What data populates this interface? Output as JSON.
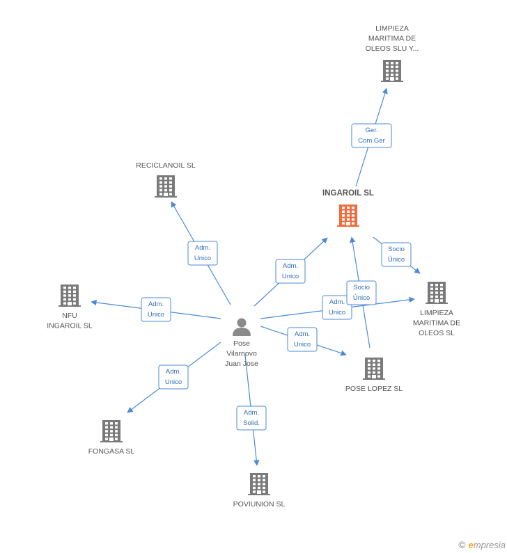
{
  "nodes": [
    {
      "id": "person",
      "type": "person",
      "lines": [
        "Pose",
        "Vilarnovo",
        "Juan Jose"
      ],
      "color": "#8a8a8a"
    },
    {
      "id": "ingaroil",
      "type": "company",
      "lines": [
        "INGAROIL  SL"
      ],
      "main": true,
      "color": "#f26b3a"
    },
    {
      "id": "limpieza_top",
      "type": "company",
      "lines": [
        "LIMPIEZA",
        "MARITIMA DE",
        "OLEOS SLU Y..."
      ],
      "color": "#7a7a7a"
    },
    {
      "id": "reciclanoil",
      "type": "company",
      "lines": [
        "RECICLANOIL SL"
      ],
      "color": "#7a7a7a"
    },
    {
      "id": "nfu",
      "type": "company",
      "lines": [
        "NFU",
        "INGAROIL SL"
      ],
      "color": "#7a7a7a"
    },
    {
      "id": "limpieza_right",
      "type": "company",
      "lines": [
        "LIMPIEZA",
        "MARITIMA DE",
        "OLEOS SL"
      ],
      "color": "#7a7a7a"
    },
    {
      "id": "poselopez",
      "type": "company",
      "lines": [
        "POSE LOPEZ SL"
      ],
      "color": "#7a7a7a"
    },
    {
      "id": "fongasa",
      "type": "company",
      "lines": [
        "FONGASA SL"
      ],
      "color": "#7a7a7a"
    },
    {
      "id": "poviunion",
      "type": "company",
      "lines": [
        "POVIUNION SL"
      ],
      "color": "#7a7a7a"
    }
  ],
  "edges": [
    {
      "from": "ingaroil",
      "to": "limpieza_top",
      "label": [
        "Ger.",
        "Com.Ger"
      ]
    },
    {
      "from": "person",
      "to": "reciclanoil",
      "label": [
        "Adm.",
        "Unico"
      ]
    },
    {
      "from": "person",
      "to": "ingaroil",
      "label": [
        "Adm.",
        "Unico"
      ]
    },
    {
      "from": "person",
      "to": "nfu",
      "label": [
        "Adm.",
        "Unico"
      ]
    },
    {
      "from": "person",
      "to": "limpieza_right",
      "label": [
        "Adm.",
        "Unico"
      ]
    },
    {
      "from": "person",
      "to": "poselopez",
      "label": [
        "Adm.",
        "Unico"
      ]
    },
    {
      "from": "person",
      "to": "fongasa",
      "label": [
        "Adm.",
        "Unico"
      ]
    },
    {
      "from": "person",
      "to": "poviunion",
      "label": [
        "Adm.",
        "Solid."
      ]
    },
    {
      "from": "ingaroil",
      "to": "limpieza_right",
      "label": [
        "Socio",
        "Único"
      ]
    },
    {
      "from": "poselopez",
      "to": "ingaroil",
      "label": [
        "Socio",
        "Único"
      ]
    }
  ],
  "colors": {
    "edge": "#4a8ad8",
    "edge_text": "#2f6db5"
  },
  "brand": {
    "copyright": "©",
    "e": "e",
    "rest": "mpresia"
  }
}
